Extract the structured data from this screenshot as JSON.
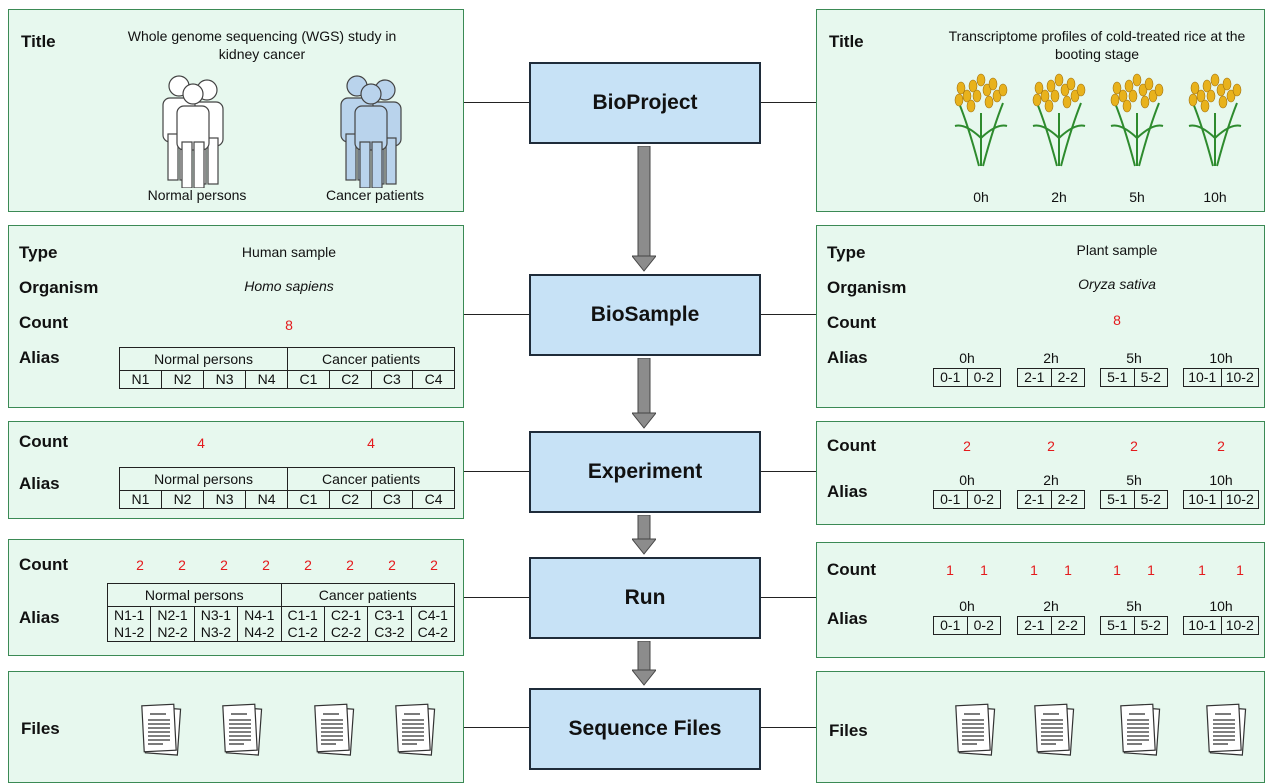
{
  "center": {
    "bioproject": "BioProject",
    "biosample": "BioSample",
    "experiment": "Experiment",
    "run": "Run",
    "files": "Sequence Files"
  },
  "left": {
    "project": {
      "title_label": "Title",
      "title": "Whole genome sequencing (WGS) study in kidney cancer",
      "group1": "Normal persons",
      "group2": "Cancer patients"
    },
    "sample": {
      "type_label": "Type",
      "type": "Human sample",
      "organism_label": "Organism",
      "organism": "Homo sapiens",
      "count_label": "Count",
      "count": "8",
      "alias_label": "Alias",
      "groups": [
        {
          "name": "Normal persons",
          "items": [
            "N1",
            "N2",
            "N3",
            "N4"
          ]
        },
        {
          "name": "Cancer patients",
          "items": [
            "C1",
            "C2",
            "C3",
            "C4"
          ]
        }
      ]
    },
    "experiment": {
      "count_label": "Count",
      "counts": [
        "4",
        "4"
      ],
      "alias_label": "Alias",
      "groups": [
        {
          "name": "Normal persons",
          "items": [
            "N1",
            "N2",
            "N3",
            "N4"
          ]
        },
        {
          "name": "Cancer patients",
          "items": [
            "C1",
            "C2",
            "C3",
            "C4"
          ]
        }
      ]
    },
    "run": {
      "count_label": "Count",
      "counts": [
        "2",
        "2",
        "2",
        "2",
        "2",
        "2",
        "2",
        "2"
      ],
      "alias_label": "Alias",
      "groups": [
        {
          "name": "Normal persons",
          "items": [
            [
              "N1-1",
              "N1-2"
            ],
            [
              "N2-1",
              "N2-2"
            ],
            [
              "N3-1",
              "N3-2"
            ],
            [
              "N4-1",
              "N4-2"
            ]
          ]
        },
        {
          "name": "Cancer patients",
          "items": [
            [
              "C1-1",
              "C1-2"
            ],
            [
              "C2-1",
              "C2-2"
            ],
            [
              "C3-1",
              "C3-2"
            ],
            [
              "C4-1",
              "C4-2"
            ]
          ]
        }
      ]
    },
    "files": {
      "files_label": "Files"
    }
  },
  "right": {
    "project": {
      "title_label": "Title",
      "title": "Transcriptome profiles of cold-treated rice at the booting stage",
      "timepoints": [
        "0h",
        "2h",
        "5h",
        "10h"
      ]
    },
    "sample": {
      "type_label": "Type",
      "type": "Plant sample",
      "organism_label": "Organism",
      "organism": "Oryza sativa",
      "count_label": "Count",
      "count": "8",
      "alias_label": "Alias",
      "groups": [
        {
          "name": "0h",
          "items": [
            "0-1",
            "0-2"
          ]
        },
        {
          "name": "2h",
          "items": [
            "2-1",
            "2-2"
          ]
        },
        {
          "name": "5h",
          "items": [
            "5-1",
            "5-2"
          ]
        },
        {
          "name": "10h",
          "items": [
            "10-1",
            "10-2"
          ]
        }
      ]
    },
    "experiment": {
      "count_label": "Count",
      "counts": [
        "2",
        "2",
        "2",
        "2"
      ],
      "alias_label": "Alias",
      "groups": [
        {
          "name": "0h",
          "items": [
            "0-1",
            "0-2"
          ]
        },
        {
          "name": "2h",
          "items": [
            "2-1",
            "2-2"
          ]
        },
        {
          "name": "5h",
          "items": [
            "5-1",
            "5-2"
          ]
        },
        {
          "name": "10h",
          "items": [
            "10-1",
            "10-2"
          ]
        }
      ]
    },
    "run": {
      "count_label": "Count",
      "counts": [
        "1",
        "1",
        "1",
        "1",
        "1",
        "1",
        "1",
        "1"
      ],
      "alias_label": "Alias",
      "groups": [
        {
          "name": "0h",
          "items": [
            "0-1",
            "0-2"
          ]
        },
        {
          "name": "2h",
          "items": [
            "2-1",
            "2-2"
          ]
        },
        {
          "name": "5h",
          "items": [
            "5-1",
            "5-2"
          ]
        },
        {
          "name": "10h",
          "items": [
            "10-1",
            "10-2"
          ]
        }
      ]
    },
    "files": {
      "files_label": "Files"
    }
  },
  "colors": {
    "panel_fill": "#e7f8ee",
    "panel_border": "#3b8a55",
    "center_fill": "#c7e2f6",
    "count_red": "#e41a1c",
    "arrow": "#8c8c8c"
  }
}
